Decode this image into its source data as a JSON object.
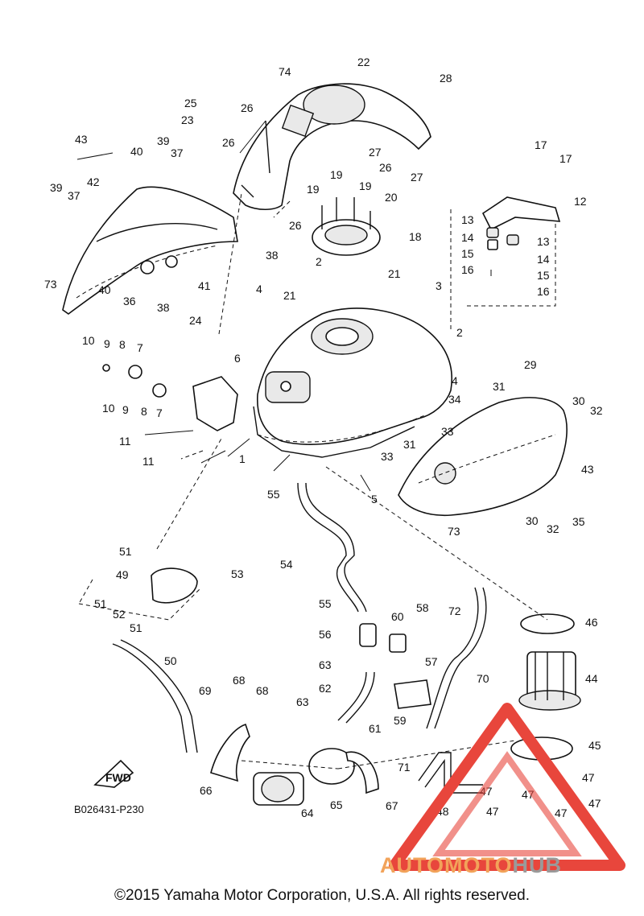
{
  "diagram": {
    "code": "B026431-P230",
    "copyright": "©2015 Yamaha Motor Corporation, U.S.A. All rights reserved.",
    "fwd_label": "FWD",
    "callouts": [
      "1",
      "2",
      "2",
      "3",
      "4",
      "4",
      "5",
      "6",
      "7",
      "7",
      "8",
      "8",
      "9",
      "9",
      "10",
      "10",
      "11",
      "11",
      "12",
      "13",
      "13",
      "14",
      "14",
      "15",
      "15",
      "16",
      "16",
      "17",
      "17",
      "18",
      "19",
      "19",
      "19",
      "20",
      "21",
      "21",
      "22",
      "23",
      "24",
      "25",
      "26",
      "26",
      "26",
      "26",
      "27",
      "27",
      "28",
      "29",
      "30",
      "30",
      "31",
      "31",
      "32",
      "32",
      "33",
      "33",
      "34",
      "35",
      "36",
      "37",
      "37",
      "38",
      "38",
      "39",
      "39",
      "40",
      "40",
      "41",
      "42",
      "43",
      "43",
      "44",
      "45",
      "46",
      "47",
      "47",
      "47",
      "47",
      "47",
      "47",
      "48",
      "49",
      "50",
      "51",
      "51",
      "51",
      "52",
      "53",
      "54",
      "55",
      "55",
      "56",
      "57",
      "58",
      "59",
      "60",
      "61",
      "62",
      "63",
      "63",
      "64",
      "65",
      "66",
      "67",
      "68",
      "68",
      "69",
      "70",
      "71",
      "72",
      "73",
      "73",
      "74"
    ]
  },
  "watermark": {
    "text_part1": "AUTOMOTO",
    "text_part2": "HUB",
    "color_primary": "#f2a35a",
    "color_secondary": "#9a9a9a",
    "color_triangle": "#e8463c"
  }
}
